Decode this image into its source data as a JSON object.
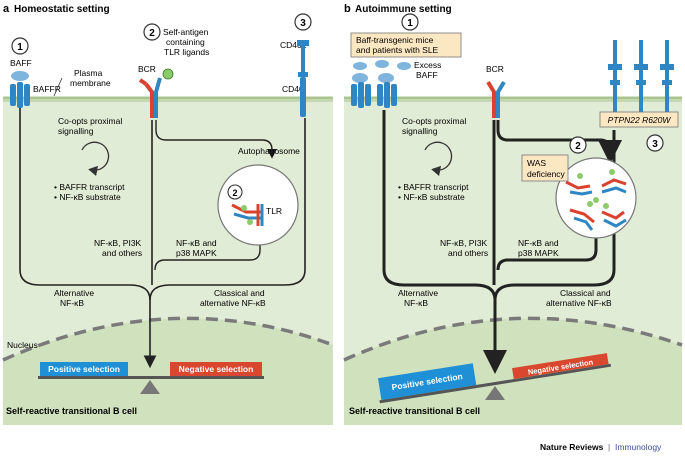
{
  "panel_a": {
    "letter": "a",
    "title": "Homeostatic setting",
    "markers": {
      "m1": "1",
      "m2": "2",
      "m3": "3",
      "m2_inner": "2"
    },
    "baff": "BAFF",
    "baffr": "BAFFR",
    "plasma_line1": "Plasma",
    "plasma_line2": "membrane",
    "bcr": "BCR",
    "self_antigen_line1": "Self-antigen",
    "self_antigen_line2": "containing",
    "self_antigen_line3": "TLR ligands",
    "cd40l": "CD40L",
    "cd40": "CD40",
    "coopts_line1": "Co-opts proximal",
    "coopts_line2": "signalling",
    "bullet1": "• BAFFR transcript",
    "bullet2": "• NF-κB substrate",
    "autophagosome": "Autophagosome",
    "tlr": "TLR",
    "nfkb_pi3k_line1": "NF-κB, PI3K",
    "nfkb_pi3k_line2": "and others",
    "nfkb_p38_line1": "NF-κB and",
    "nfkb_p38_line2": "p38 MAPK",
    "alt_line1": "Alternative",
    "alt_line2": "NF-κB",
    "classical_line1": "Classical and",
    "classical_line2": "alternative NF-κB",
    "nucleus": "Nucleus",
    "positive": "Positive selection",
    "negative": "Negative selection",
    "cell_label": "Self-reactive transitional B cell"
  },
  "panel_b": {
    "letter": "b",
    "title": "Autoimmune setting",
    "markers": {
      "m1": "1",
      "m2": "2",
      "m3": "3"
    },
    "baff_box_line1": "Baff-transgenic mice",
    "baff_box_line2": "and patients with SLE",
    "excess_line1": "Excess",
    "excess_line2": "BAFF",
    "bcr": "BCR",
    "ptpn22": "PTPN22 R620W",
    "was_line1": "WAS",
    "was_line2": "deficiency",
    "coopts_line1": "Co-opts proximal",
    "coopts_line2": "signalling",
    "bullet1": "• BAFFR transcript",
    "bullet2": "• NF-κB substrate",
    "nfkb_pi3k_line1": "NF-κB, PI3K",
    "nfkb_pi3k_line2": "and others",
    "nfkb_p38_line1": "NF-κB and",
    "nfkb_p38_line2": "p38 MAPK",
    "alt_line1": "Alternative",
    "alt_line2": "NF-κB",
    "classical_line1": "Classical and",
    "classical_line2": "alternative NF-κB",
    "positive": "Positive selection",
    "negative": "Negative selection",
    "cell_label": "Self-reactive transitional B cell"
  },
  "footer": {
    "journal": "Nature Reviews",
    "separator": "|",
    "section": "Immunology"
  },
  "colors": {
    "cell_bg": "#e1ecd6",
    "nucleus_bg": "#cfe2bd",
    "receptor_blue": "#2f86c4",
    "receptor_red": "#d9422f",
    "positive_blue": "#1f8fd6",
    "negative_red": "#d9472f",
    "arrow_dark": "#222222",
    "label_box": "#fbe7c2"
  }
}
